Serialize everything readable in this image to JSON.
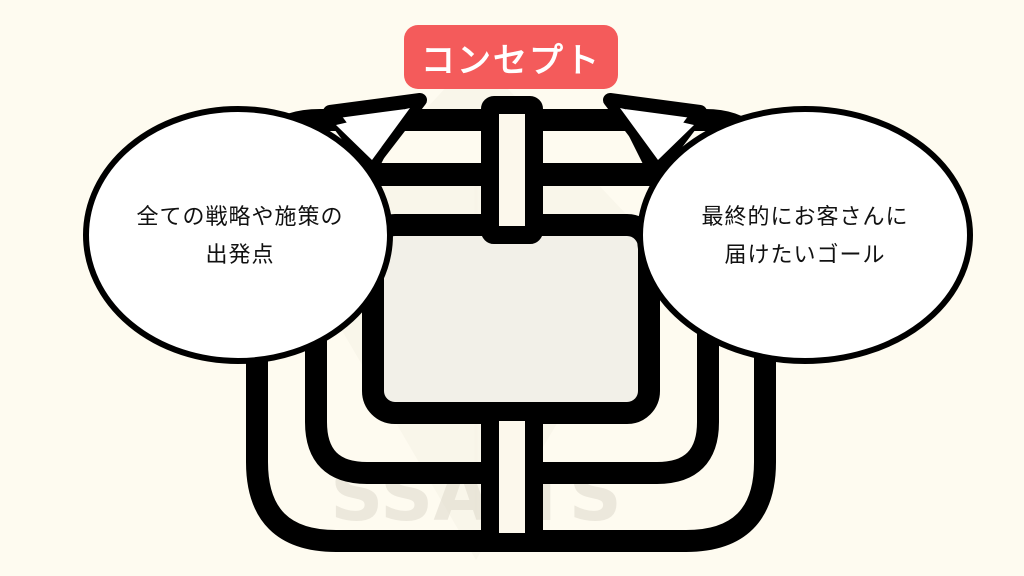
{
  "title": "コンセプト",
  "bubble_left": {
    "line1": "全ての戦略や施策の",
    "line2": "出発点"
  },
  "bubble_right": {
    "line1": "最終的にお客さんに",
    "line2": "届けたいゴール"
  },
  "watermark": "SSAITS",
  "colors": {
    "background": "#fefbf0",
    "accent": "#f45b5b",
    "stroke": "#000000",
    "box_fill": "#f2f0e8",
    "bubble_fill": "#ffffff",
    "strap_fill": "#fcf8ec"
  }
}
